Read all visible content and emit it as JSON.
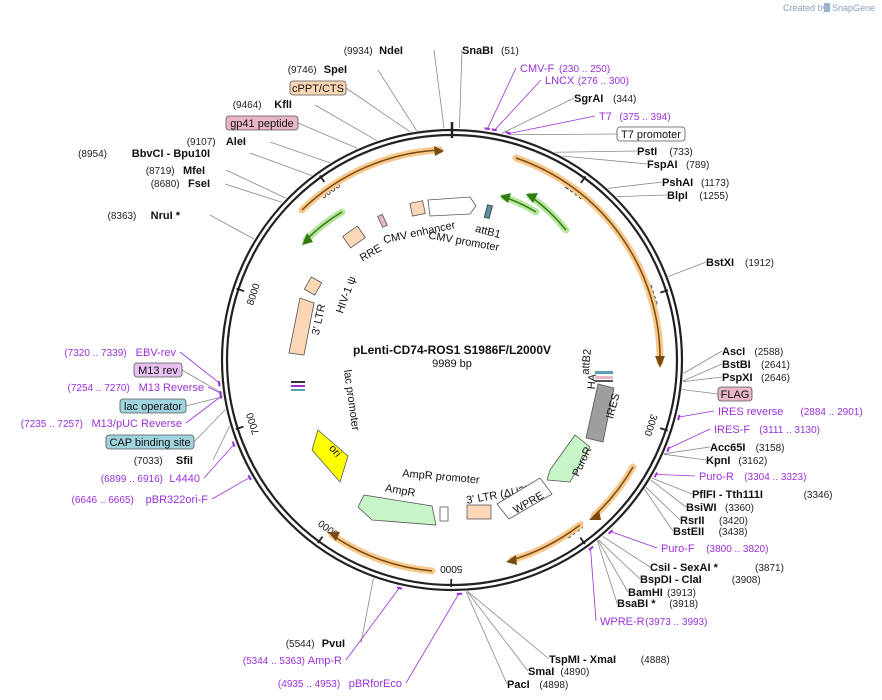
{
  "branding": {
    "created_by": "Created by",
    "product": "SnapGene"
  },
  "plasmid": {
    "name": "pLenti-CD74-ROS1 S1986F/L2000V",
    "size_label": "9989 bp",
    "length": 9989
  },
  "ticks": [
    "1000",
    "2000",
    "3000",
    "4000",
    "5000",
    "6000",
    "7000",
    "8000",
    "9000"
  ],
  "sites": [
    {
      "id": "ndei",
      "name": "NdeI",
      "pos": "(9934)"
    },
    {
      "id": "snabi",
      "name": "SnaBI",
      "pos": "(51)"
    },
    {
      "id": "spei",
      "name": "SpeI",
      "pos": "(9746)"
    },
    {
      "id": "kfli",
      "name": "KflI",
      "pos": "(9464)"
    },
    {
      "id": "alei",
      "name": "AleI",
      "pos": "(9107)"
    },
    {
      "id": "bbvci",
      "name": "BbvCI  - Bpu10I",
      "pos": "(8954)"
    },
    {
      "id": "mfei",
      "name": "MfeI",
      "pos": "(8719)"
    },
    {
      "id": "fsei",
      "name": "FseI",
      "pos": "(8680)"
    },
    {
      "id": "nrui",
      "name": "NruI *",
      "pos": "(8363)"
    },
    {
      "id": "sgrai",
      "name": "SgrAI",
      "pos": "(344)"
    },
    {
      "id": "psti",
      "name": "PstI",
      "pos": "(733)"
    },
    {
      "id": "fspai",
      "name": "FspAI",
      "pos": "(789)"
    },
    {
      "id": "pshai",
      "name": "PshAI",
      "pos": "(1173)"
    },
    {
      "id": "blpi",
      "name": "BlpI",
      "pos": "(1255)"
    },
    {
      "id": "bstxi",
      "name": "BstXI",
      "pos": "(1912)"
    },
    {
      "id": "asci",
      "name": "AscI",
      "pos": "(2588)"
    },
    {
      "id": "bstbi",
      "name": "BstBI",
      "pos": "(2641)"
    },
    {
      "id": "pspxi",
      "name": "PspXI",
      "pos": "(2646)"
    },
    {
      "id": "acc65i",
      "name": "Acc65I",
      "pos": "(3158)"
    },
    {
      "id": "kpni",
      "name": "KpnI",
      "pos": "(3162)"
    },
    {
      "id": "pflfi",
      "name": "PflFI  - Tth111I",
      "pos": "(3346)"
    },
    {
      "id": "bsiwi",
      "name": "BsiWI",
      "pos": "(3360)"
    },
    {
      "id": "rsrii",
      "name": "RsrII",
      "pos": "(3420)"
    },
    {
      "id": "bsteii",
      "name": "BstEII",
      "pos": "(3438)"
    },
    {
      "id": "csii",
      "name": "CsiI  - SexAI *",
      "pos": "(3871)"
    },
    {
      "id": "bspdi",
      "name": "BspDI  - ClaI",
      "pos": "(3908)"
    },
    {
      "id": "bamhi",
      "name": "BamHI",
      "pos": "(3913)"
    },
    {
      "id": "bsabi",
      "name": "BsaBI *",
      "pos": "(3918)"
    },
    {
      "id": "tspmi",
      "name": "TspMI  - XmaI",
      "pos": "(4888)"
    },
    {
      "id": "smai",
      "name": "SmaI",
      "pos": "(4890)"
    },
    {
      "id": "paci",
      "name": "PacI",
      "pos": "(4898)"
    },
    {
      "id": "pvui",
      "name": "PvuI",
      "pos": "(5544)"
    },
    {
      "id": "sfii",
      "name": "SfiI",
      "pos": "(7033)"
    }
  ],
  "primers": [
    {
      "id": "cmvf",
      "name": "CMV-F",
      "pos": "(230 .. 250)"
    },
    {
      "id": "lncx",
      "name": "LNCX",
      "pos": "(276 .. 300)"
    },
    {
      "id": "t7",
      "name": "T7",
      "pos": "(375 .. 394)"
    },
    {
      "id": "iresrev",
      "name": "IRES reverse",
      "pos": "(2884 .. 2901)"
    },
    {
      "id": "iresf",
      "name": "IRES-F",
      "pos": "(3111 .. 3130)"
    },
    {
      "id": "puror",
      "name": "Puro-R",
      "pos": "(3304 .. 3323)"
    },
    {
      "id": "purof",
      "name": "Puro-F",
      "pos": "(3800 .. 3820)"
    },
    {
      "id": "wprer",
      "name": "WPRE-R",
      "pos": "(3973 .. 3993)"
    },
    {
      "id": "ampr",
      "name": "Amp-R",
      "pos": "(5344 .. 5363)"
    },
    {
      "id": "pbrfor",
      "name": "pBRforEco",
      "pos": "(4935 .. 4953)"
    },
    {
      "id": "pbr322",
      "name": "pBR322ori-F",
      "pos": "(6646 .. 6665)"
    },
    {
      "id": "l4440",
      "name": "L4440",
      "pos": "(6899 .. 6916)"
    },
    {
      "id": "m13puc",
      "name": "M13/pUC Reverse",
      "pos": "(7235 .. 7257)"
    },
    {
      "id": "m13r",
      "name": "M13 Reverse",
      "pos": "(7254 .. 7270)"
    },
    {
      "id": "ebvrev",
      "name": "EBV-rev",
      "pos": "(7320 .. 7339)"
    }
  ],
  "boxed_features": {
    "cppt": "cPPT/CTS",
    "gp41": "gp41 peptide",
    "t7prom": "T7 promoter",
    "flag": "FLAG",
    "m13rev": "M13 rev",
    "lacop": "lac operator",
    "cap": "CAP binding site"
  },
  "inner_features": {
    "rre": "RRE",
    "cmvenh": "CMV enhancer",
    "cmvprom": "CMV promoter",
    "attb1": "attB1",
    "hiv": "HIV-1 ψ",
    "ltr3": "3' LTR",
    "lacprom": "lac promoter",
    "attb2": "attB2",
    "ha": "HA",
    "ires": "IRES",
    "puror": "PuroR",
    "wpre": "WPRE",
    "ltr3du3": "3' LTR (ΔU3)",
    "ampprom": "AmpR promoter",
    "ampr": "AmpR",
    "ori": "ori"
  },
  "colors": {
    "backbone": "#222222",
    "orf_arrow": "#f7a83f",
    "green_arrow": "#4bb520",
    "primer": "#9b30d8",
    "ori": "#ffff00",
    "ampr": "#c8f5c8",
    "ires": "#9e9e9e",
    "ltr": "#fcd7b6",
    "gp41_box": "#e8b6c4",
    "cppt_box": "#fcd7b6",
    "m13_box": "#e8c0f0",
    "lac_box": "#9fd3de",
    "flag_box": "#e8b6c4"
  }
}
